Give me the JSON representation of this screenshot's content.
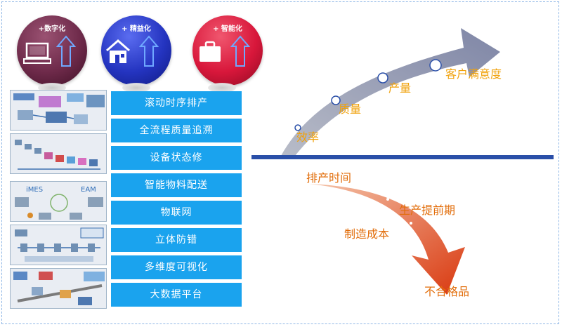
{
  "spheres": [
    {
      "title": "+数字化",
      "icon": "computer-icon",
      "color": "#6e2a4a"
    },
    {
      "title": "+ 精益化",
      "icon": "house-icon",
      "color": "#2434c0"
    },
    {
      "title": "+ 智能化",
      "icon": "briefcase-icon",
      "color": "#d8173b"
    }
  ],
  "features": [
    "滚动时序排产",
    "全流程质量追溯",
    "设备状态修",
    "智能物料配送",
    "物联网",
    "立体防错",
    "多维度可视化",
    "大数据平台"
  ],
  "thumbnail_text": {
    "imes": "iMES",
    "eam": "EAM"
  },
  "rising": [
    "效率",
    "质量",
    "产量",
    "客户满意度"
  ],
  "falling": [
    "排产时间",
    "生产提前期",
    "制造成本",
    "不合格品"
  ],
  "colors": {
    "feature_bg": "#1aa3ee",
    "label": "#f0a10a",
    "baseline": "#2a4fa8",
    "up_arrow": "#8f96b4",
    "down_arrow": "#e0441a"
  }
}
